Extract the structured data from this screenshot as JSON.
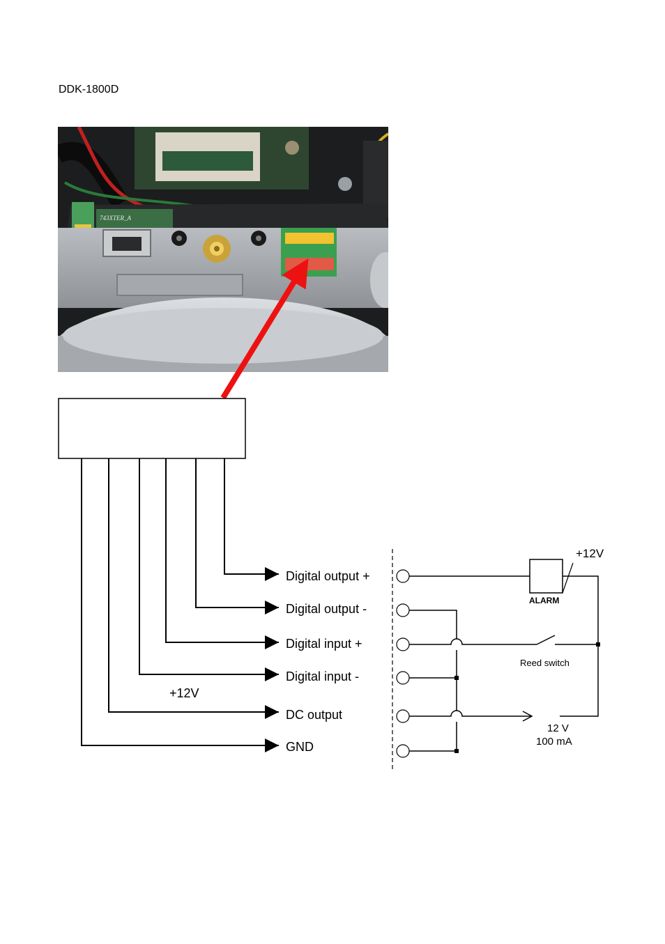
{
  "document": {
    "title": "DDK-1800D"
  },
  "terminals": [
    {
      "label": "Digital output +"
    },
    {
      "label": "Digital output -"
    },
    {
      "label": "Digital input +"
    },
    {
      "label": "Digital input -"
    },
    {
      "label": "DC output"
    },
    {
      "label": "GND"
    }
  ],
  "annotations": {
    "dc_voltage": "+12V",
    "alarm_supply": "+12V",
    "alarm_label": "ALARM",
    "reed_switch": "Reed switch",
    "rating_voltage": "12 V",
    "rating_current": "100 mA"
  },
  "photo": {
    "board_marking": "743XTER_A"
  },
  "colors": {
    "pointer_arrow": "#ee1111",
    "terminal_green": "#3aa050",
    "terminal_red": "#e05a45",
    "terminal_yellow": "#f2c230",
    "line": "#000000"
  }
}
